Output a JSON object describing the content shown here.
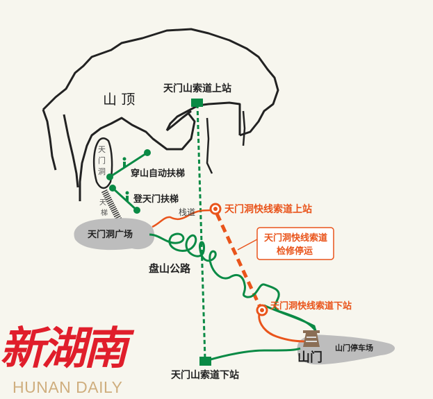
{
  "labels": {
    "summit": "山  顶",
    "upper_cable_station": "天门山索道上站",
    "cave": [
      "天",
      "门",
      "洞"
    ],
    "mountain_escalator": "穿山自动扶梯",
    "tianmen_escalator": "登天门扶梯",
    "sky_ladder": [
      "天",
      "梯"
    ],
    "plank_road": "栈道",
    "cave_square": "天门洞广场",
    "winding_road": "盘山公路",
    "express_upper_station": "天门洞快线索道上站",
    "express_notice": [
      "天门洞快线索道",
      "检修停运"
    ],
    "express_lower_station": "天门洞快线索道下站",
    "shanmen": "山门",
    "parking": "山门停车场",
    "lower_cable_station": "天门山索道下站"
  },
  "logo": {
    "cn": "新湖南",
    "en": "HUNAN DAILY"
  },
  "colors": {
    "green": "#0a8a45",
    "orange": "#e9541b",
    "gray": "#bdbdbd",
    "logo_red": "#e01e2b"
  }
}
